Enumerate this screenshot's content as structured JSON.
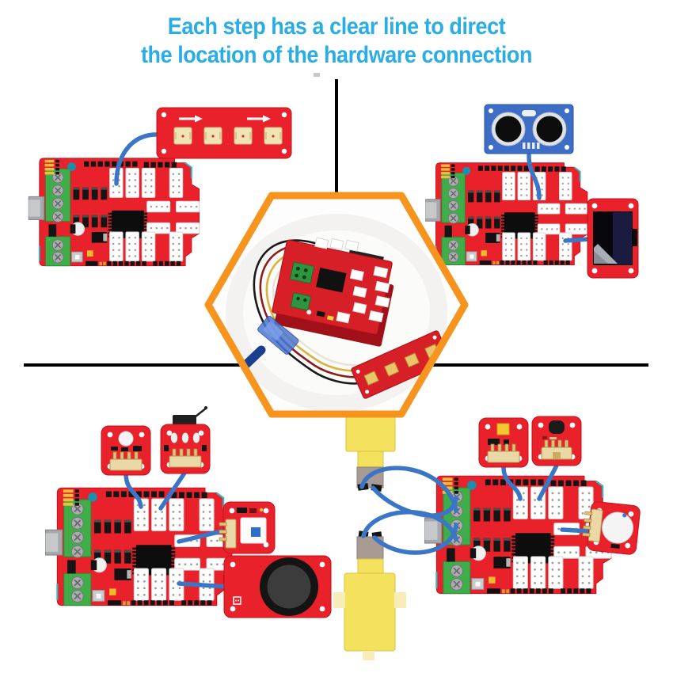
{
  "title": {
    "line1": "Each step has a clear line to direct",
    "line2": "the location of the hardware connection",
    "color": "#29ade4"
  },
  "palette": {
    "board_red": "#e8212b",
    "hexagon_orange": "#f7941e",
    "wire_blue": "#3a76c5",
    "divider_black": "#000000",
    "terminal_green": "#3fae49",
    "connector_khaki": "#ead9a6",
    "motor_yellow": "#f4e15e",
    "gearbox_gray": "#a79b93",
    "ultrasonic_blue": "#3e6dc5"
  },
  "center": {
    "shape": "hexagon",
    "border_color": "#f7941e",
    "content": "photo-of-assembled-kit-shield-with-usb-cable-jumper-wires-and-led-bar"
  },
  "quadrants": [
    {
      "id": "top-left",
      "board": "red-sensor-shield",
      "modules": [
        "led-bar"
      ],
      "wires": 1
    },
    {
      "id": "top-right",
      "board": "red-sensor-shield",
      "modules": [
        "ultrasonic-sensor",
        "oled-display"
      ],
      "wires": 2
    },
    {
      "id": "bottom-left",
      "board": "red-sensor-shield",
      "modules": [
        "light-sensor",
        "collision-switch",
        "line-follower",
        "joystick"
      ],
      "wires": 4
    },
    {
      "id": "bottom-right",
      "board": "red-sensor-shield",
      "modules": [
        "led-module",
        "ir-sensor",
        "buzzer",
        "gear-motor-top",
        "gear-motor-bottom"
      ],
      "wires": 7
    }
  ]
}
